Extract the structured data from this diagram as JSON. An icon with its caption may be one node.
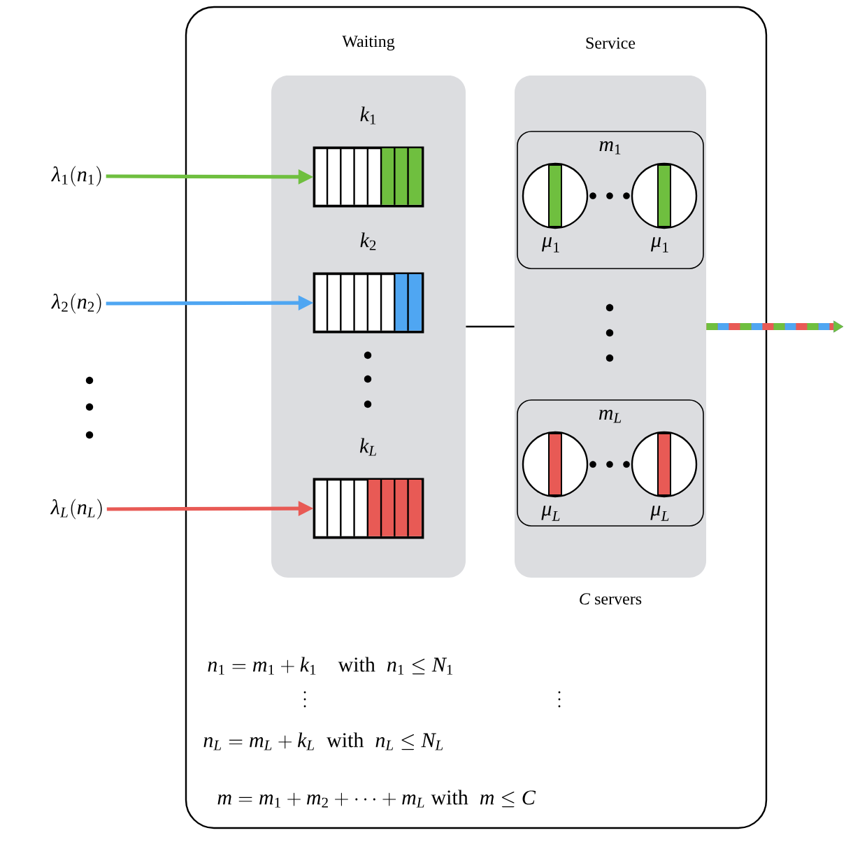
{
  "diagram": {
    "nodes": [
      {
        "text": [
          "n_1 = m_1 + k_1 \\quad \\text{with} \\;\\; n_1 \\leq N_1",
          "n_L = m_L + k_L \\;\\; \\text{with} \\;\\; n_L \\leq N_L",
          "m = m_1 + m_2 + \\cdots + m_L \\; \\text{with} \\;\\; m \\leq C"
        ]
      },
      {
        "text": [
          "\\lambda_1(n_1)"
        ]
      },
      {
        "text": [
          "\\lambda_2(n_2)"
        ]
      },
      {
        "text": [
          "\\lambda_L(n_L)"
        ]
      },
      {
        "text": [
          "Waiting"
        ],
        "in": 0
      },
      {
        "text": [
          "k_1"
        ],
        "in": 4
      },
      {
        "text": [
          "k_2"
        ],
        "in": 4
      },
      {
        "text": [
          "k_L"
        ],
        "in": 4
      },
      {
        "text": [
          "Service",
          "*C* servers"
        ],
        "in": 0
      },
      {
        "text": [
          "m_1"
        ],
        "in": 8
      },
      {
        "text": [],
        "shape": "circle",
        "beside": [
          "\\mu_1"
        ],
        "in": 9
      },
      {
        "text": [],
        "shape": "circle",
        "beside": [
          "\\mu_1"
        ],
        "in": 9
      },
      {
        "text": [
          "m_L"
        ],
        "in": 8
      },
      {
        "text": [],
        "shape": "circle",
        "beside": [
          "\\mu_L"
        ],
        "in": 12
      },
      {
        "text": [],
        "shape": "circle",
        "beside": [
          "\\mu_L"
        ],
        "in": 12
      }
    ],
    "edges": [
      {
        "from": 1,
        "to": 5,
        "arrow": "to",
        "color": "#6fbf3f"
      },
      {
        "from": 2,
        "to": 6,
        "arrow": "to",
        "color": "#4fa6f2"
      },
      {
        "from": 3,
        "to": 7,
        "arrow": "to",
        "color": "#e85a55"
      },
      {
        "from": 4,
        "to": 8,
        "arrow": "none",
        "color": "#000000"
      },
      {
        "from": 8,
        "to": null,
        "arrow": "to",
        "style": "thick"
      }
    ]
  }
}
